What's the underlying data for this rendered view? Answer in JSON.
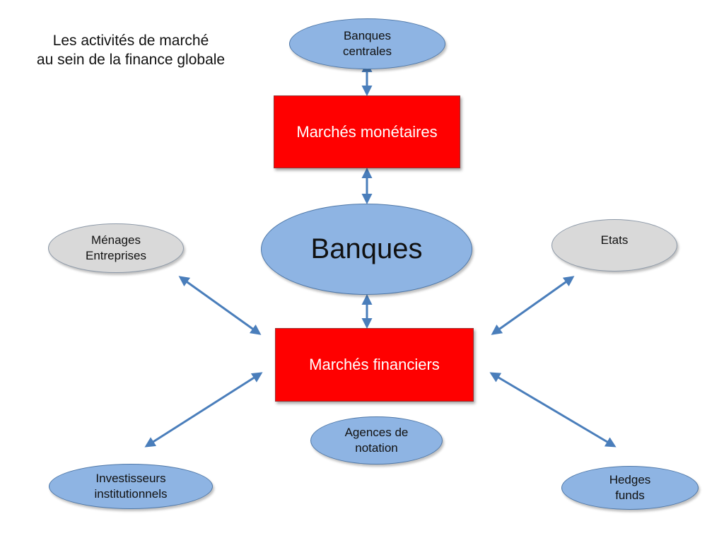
{
  "title": {
    "line1": "Les activités de marché",
    "line2": "au sein de la finance globale"
  },
  "nodes": {
    "banques_centrales": {
      "line1": "Banques",
      "line2": "centrales"
    },
    "marches_monetaires": {
      "label": "Marchés monétaires"
    },
    "banques": {
      "label": "Banques"
    },
    "menages_entreprises": {
      "line1": "Ménages",
      "line2": "Entreprises"
    },
    "etats": {
      "label": "Etats"
    },
    "marches_financiers": {
      "label": "Marchés financiers"
    },
    "agences_notation": {
      "line1": "Agences de",
      "line2": "notation"
    },
    "investisseurs": {
      "line1": "Investisseurs",
      "line2": "institutionnels"
    },
    "hedges_funds": {
      "line1": "Hedges",
      "line2": "funds"
    }
  },
  "colors": {
    "blue_node": "#8eb4e3",
    "grey_node": "#d9d9d9",
    "market_box": "#ff0000",
    "arrow": "#4a7ebb"
  }
}
